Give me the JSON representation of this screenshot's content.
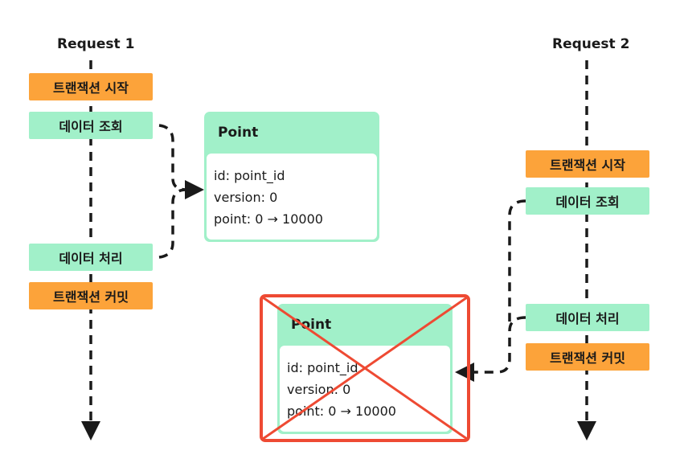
{
  "request1": {
    "title": "Request 1",
    "steps": [
      "트랜잭션 시작",
      "데이터 조회",
      "데이터 처리",
      "트랜잭션 커밋"
    ]
  },
  "request2": {
    "title": "Request 2",
    "steps": [
      "트랜잭션 시작",
      "데이터 조회",
      "데이터 처리",
      "트랜잭션 커밋"
    ]
  },
  "point_card": {
    "title": "Point",
    "lines": [
      "id: point_id",
      "version: 0",
      "point: 0 → 10000"
    ]
  },
  "rejected_card": {
    "title": "Point",
    "lines": [
      "id: point_id",
      "version: 0",
      "point: 0 → 10000"
    ]
  },
  "colors": {
    "begin_commit": "#fca33a",
    "read_process": "#a1f0c9",
    "reject_mark": "#ee4a33",
    "line": "#1a1a1a"
  }
}
